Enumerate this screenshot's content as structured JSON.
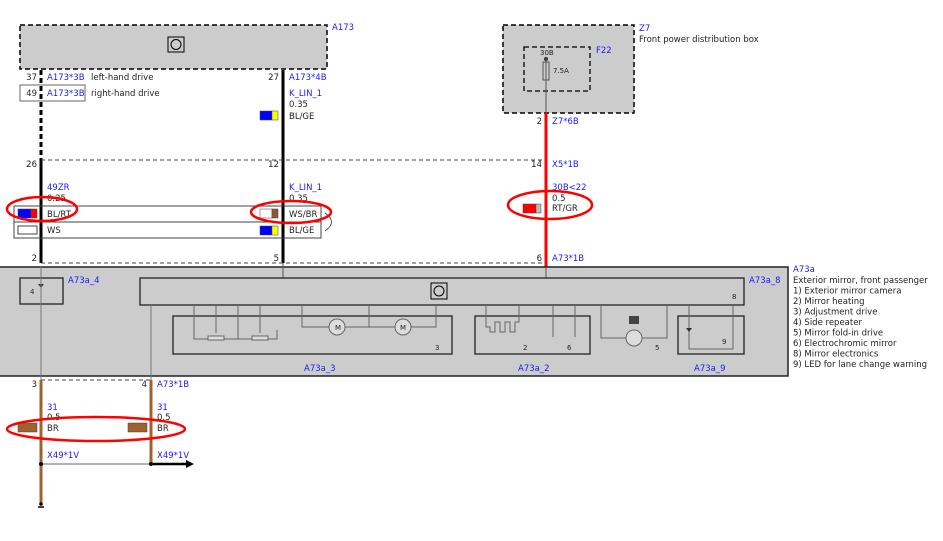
{
  "a173": {
    "id": "A173",
    "pin37": "37",
    "pin37_conn": "A173*3B",
    "pin37_note": "left-hand drive",
    "pin49": "49",
    "pin49_conn": "A173*3B",
    "pin49_note": "right-hand drive",
    "pin27": "27",
    "pin27_conn": "A173*4B"
  },
  "wire_klin_top": {
    "name": "K_LIN_1",
    "size": "0.35",
    "color": "BL/GE"
  },
  "x5": {
    "pin26": "26",
    "pin12": "12",
    "pin14": "14",
    "conn": "X5*1B",
    "pin2": "2",
    "pin5": "5",
    "pin6": "6",
    "a73_conn": "A73*1B"
  },
  "wire_49zr": {
    "name": "49ZR",
    "size": "0.25",
    "color1": "BL/RT",
    "color2": "WS"
  },
  "wire_klin_mid": {
    "name": "K_LIN_1",
    "size": "0.35",
    "color1": "WS/BR",
    "color2": "BL/GE"
  },
  "z7": {
    "id": "Z7",
    "desc": "Front power distribution box",
    "fuse_id": "F22",
    "fuse_term": "30B",
    "fuse_rating": "7.5A",
    "pin2": "2",
    "conn": "Z7*6B"
  },
  "wire_30b": {
    "name": "30B<22",
    "size": "0.5",
    "color": "RT/GR"
  },
  "a73a": {
    "id": "A73a",
    "title": "Exterior mirror, front passenger",
    "legend": [
      "1)   Exterior mirror camera",
      "2)   Mirror heating",
      "3)   Adjustment drive",
      "4)   Side repeater",
      "5)   Mirror fold-in drive",
      "6)   Electrochromic mirror",
      "8)   Mirror electronics",
      "9)   LED for lane change warning"
    ],
    "sub4": "A73a_4",
    "sub8": "A73a_8",
    "sub3": "A73a_3",
    "sub2": "A73a_2",
    "sub9": "A73a_9",
    "n4": "4",
    "n8": "8",
    "n3": "3",
    "n2": "2",
    "n6": "6",
    "n5": "5",
    "n9": "9"
  },
  "ground": {
    "pin3": "3",
    "pin4": "4",
    "conn": "A73*1B",
    "left": {
      "name": "31",
      "size": "0.5",
      "color": "BR"
    },
    "right": {
      "name": "31",
      "size": "0.5",
      "color": "BR"
    },
    "splice_left": "X49*1V",
    "splice_right": "X49*1V"
  },
  "colors": {
    "red": "#ff0000",
    "brown": "#a0622d",
    "blue": "#0000ff",
    "yellow": "#ffff00",
    "gray": "#cccccc",
    "link": "#1a1aff"
  }
}
